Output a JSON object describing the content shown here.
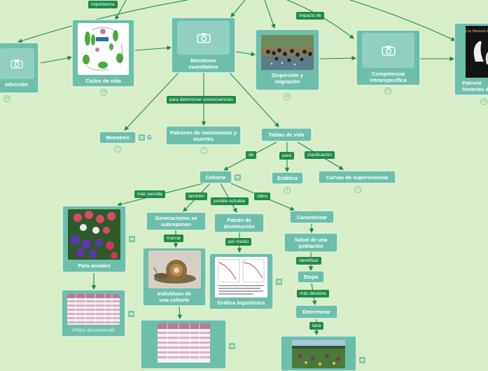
{
  "colors": {
    "background": "#d8eec8",
    "node": "#6dbfaa",
    "label": "#1f8a4c",
    "edge": "#1f8a4c"
  },
  "icons": {
    "camera": "camera-icon",
    "note": "note-icon",
    "google": "google-icon"
  },
  "nodes": {
    "produccion": "oducción",
    "ciclos_vida": "Ciclos de vida",
    "monitoreo": "Monitoreo cuantitativo",
    "dispersion": "Dispersión y migración",
    "competencia": "Competencia intraespecífica",
    "patrones_historias": "Patrone historias d",
    "muestreo": "Muestreo",
    "patrones_nacimientos": "Patrones de nacimientos y muertes",
    "tablas_vida": "Tablas de vida",
    "cohorte": "Cohorte",
    "estatica": "Estática",
    "curvas": "Curvas de supervivencia",
    "para_anuales": "Para anuales",
    "phlox": "Phlox drummondii",
    "generaciones": "Generaciones se sobreponen",
    "individuos": "Individuos de una cohorte",
    "patron_disminucion": "Patrón de disminución",
    "grafica": "Gráfica logarítmica",
    "caracterizar": "Caracterizar",
    "salud": "Salud de una población",
    "etapa": "Etapa",
    "determinar": "Determinar"
  },
  "labels": {
    "importancia": "importancia",
    "impacto": "impacto de",
    "para_determinar": "para determinar consecuencias",
    "de": "de",
    "para": "para",
    "clasificacion": "clasificación",
    "mas_sencilla": "más sencilla",
    "tambien": "también",
    "posible_estudiar": "posible estudiar",
    "utiles": "útiles",
    "marcar": "marcar",
    "por_medio": "por medio",
    "identificar": "identificar",
    "mas_decisiva": "más decisiva",
    "tasa": "tasa"
  },
  "badges": {
    "b1": "18",
    "b2": "19",
    "b3": "40",
    "b4": "21",
    "b5": "43",
    "b6": "3",
    "b7": "7",
    "b8": "8",
    "b9": "9"
  },
  "book_text": "Los Hecesos Bruno"
}
